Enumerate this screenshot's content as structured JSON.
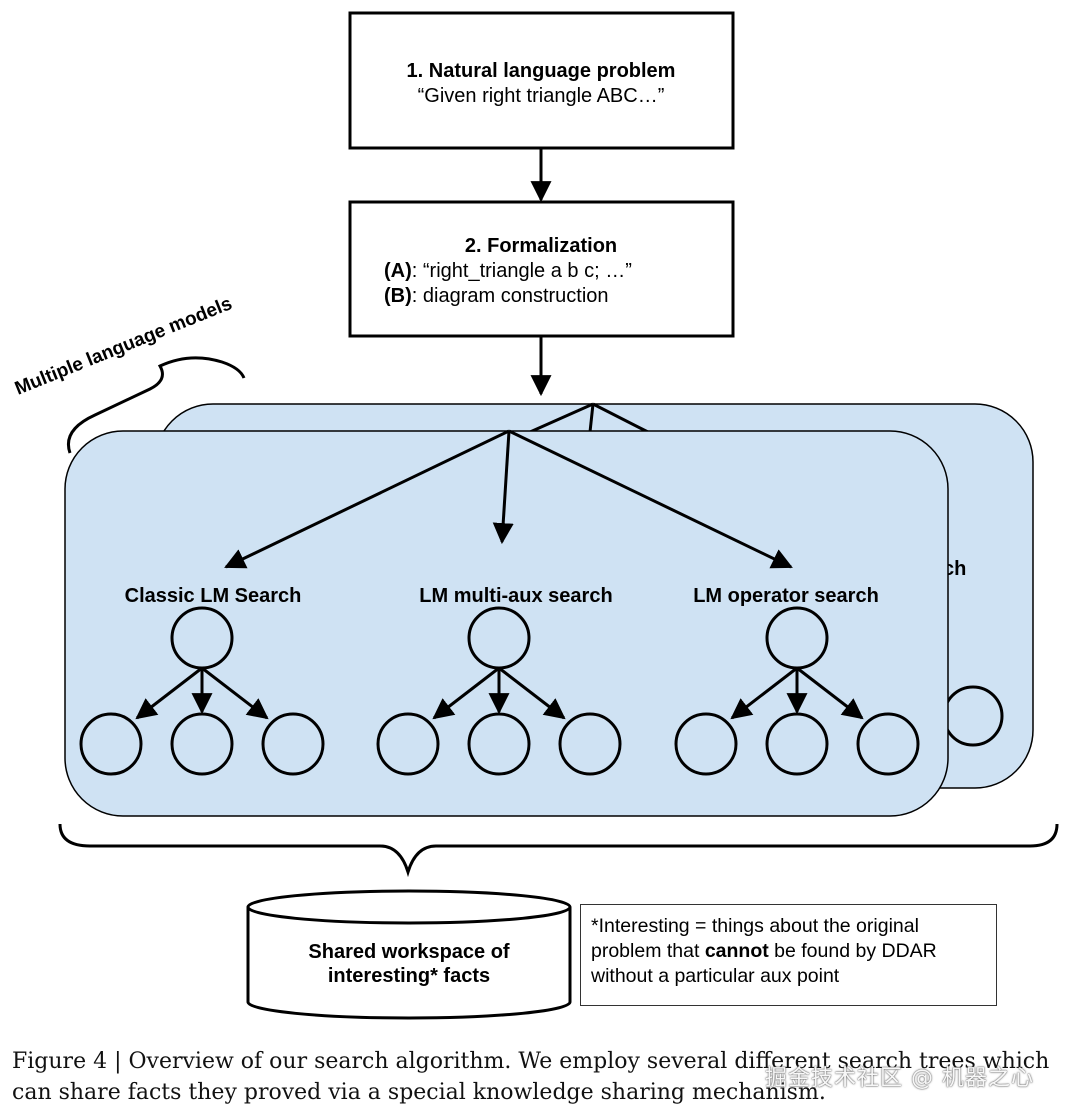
{
  "box1": {
    "title": "1. Natural language problem",
    "subtitle": "“Given right triangle ABC…”"
  },
  "box2": {
    "title": "2. Formalization",
    "lineA_label": "(A)",
    "lineA_text": ": “right_triangle a b c; …”",
    "lineB_label": "(B)",
    "lineB_text": ": diagram construction"
  },
  "brace_label": "Multiple language models",
  "back_panel_partial_label": "ch",
  "search_trees": [
    {
      "label": "Classic LM Search"
    },
    {
      "label": "LM multi-aux search"
    },
    {
      "label": "LM operator search"
    }
  ],
  "workspace": {
    "line1": "Shared workspace of",
    "line2": "interesting* facts"
  },
  "note": {
    "part1": "*Interesting = things about the original problem that ",
    "bold": "cannot",
    "part2": " be found by DDAR without a particular aux point"
  },
  "caption": "Figure 4 | Overview of our search algorithm. We employ several different search trees which can share facts they proved via a special knowledge sharing mechanism.",
  "watermark": "掘金技术社区 @ 机器之心",
  "colors": {
    "panel_fill": "#cfe2f3",
    "stroke": "#000000"
  }
}
